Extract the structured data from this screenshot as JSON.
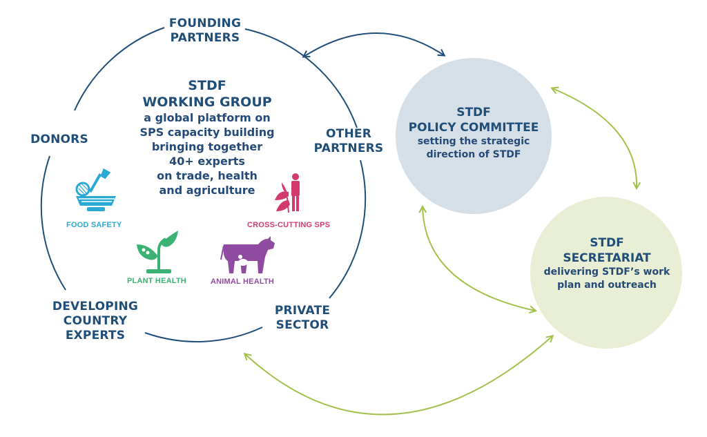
{
  "working_group": {
    "title_line1": "STDF",
    "title_line2": "WORKING GROUP",
    "desc": [
      "a global platform on",
      "SPS capacity building",
      "bringing together",
      "40+ experts",
      "on trade, health",
      "and agriculture"
    ]
  },
  "members": {
    "founding_partners": [
      "FOUNDING",
      "PARTNERS"
    ],
    "donors": "DONORS",
    "other_partners": [
      "OTHER",
      "PARTNERS"
    ],
    "developing_country_experts": [
      "DEVELOPING",
      "COUNTRY",
      "EXPERTS"
    ],
    "private_sector": [
      "PRIVATE",
      "SECTOR"
    ]
  },
  "themes": {
    "food_safety": "FOOD SAFETY",
    "plant_health": "PLANT HEALTH",
    "animal_health": "ANIMAL HEALTH",
    "cross_cutting": "CROSS-CUTTING SPS"
  },
  "policy_committee": {
    "title_line1": "STDF",
    "title_line2": "POLICY COMMITTEE",
    "desc": [
      "setting the strategic",
      "direction of STDF"
    ]
  },
  "secretariat": {
    "title_line1": "STDF",
    "title_line2": "SECRETARIAT",
    "desc": [
      "delivering STDF’s work",
      "plan and outreach"
    ]
  },
  "colors": {
    "text": "#1f4e79",
    "policy_fill": "#d5dfe8",
    "secretariat_fill": "#e9efd4",
    "green_arrow": "#a3c14a",
    "navy_arrow": "#1f4e79",
    "food_safety": "#29a9d3",
    "plant_health": "#3bb273",
    "animal_health": "#8e4ba0",
    "cross_cutting": "#d23a6b"
  }
}
